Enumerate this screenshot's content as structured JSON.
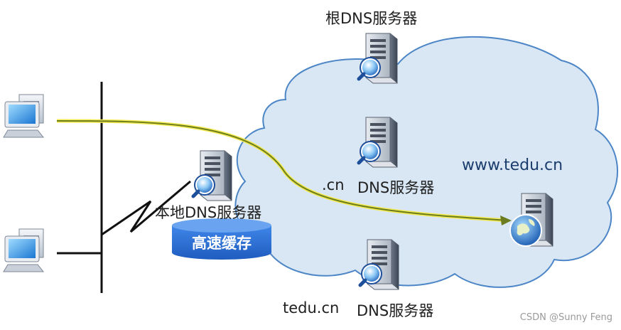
{
  "labels": {
    "root_dns": "根DNS服务器",
    "cn_dns_prefix": ".cn",
    "cn_dns": "DNS服务器",
    "local_dns": "本地DNS服务器",
    "cache": "高速缓存",
    "web_server": "www.tedu.cn",
    "tedu_dns_prefix": "tedu.cn",
    "tedu_dns": "DNS服务器"
  },
  "watermark": "CSDN @Sunny Feng",
  "icons": {
    "client_pc": "computer-icon",
    "dns_server": "dns-server-icon",
    "web_server": "globe-server-icon"
  },
  "colors": {
    "cloud_fill": "#d9e6f3",
    "cloud_stroke": "#4d86c6",
    "query_path": "#6b7d1e",
    "query_glow": "#f2e94e",
    "cache_fill": "#2f73d6",
    "network_line": "#111111"
  }
}
